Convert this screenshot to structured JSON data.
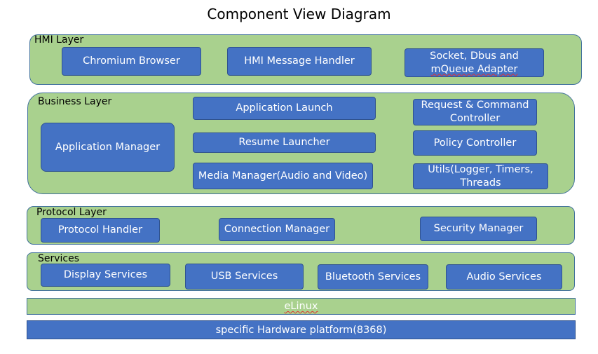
{
  "title": "Component View Diagram",
  "layers": {
    "hmi": {
      "label": "HMI Layer",
      "components": [
        "Chromium Browser",
        "HMI Message Handler",
        "Socket, Dbus and",
        "mQueue Adapter"
      ]
    },
    "business": {
      "label": "Business Layer",
      "components": {
        "app_manager": "Application Manager",
        "app_launch": "Application Launch",
        "resume_launcher": "Resume Launcher",
        "media_manager": "Media Manager(Audio and Video)",
        "request_line1": "Request & Command",
        "request_line2": "Controller",
        "policy": "Policy Controller",
        "utils_line1": "Utils(Logger, Timers,",
        "utils_line2": "Threads"
      }
    },
    "protocol": {
      "label": "Protocol Layer",
      "components": [
        "Protocol Handler",
        "Connection Manager",
        "Security Manager"
      ]
    },
    "services": {
      "label": "Services",
      "components": [
        "Display Services",
        "USB Services",
        "Bluetooth Services",
        "Audio Services"
      ]
    }
  },
  "elinux": "eLinux",
  "hardware": "specific Hardware platform(8368)",
  "colors": {
    "layer_fill": "#a9d18e",
    "component_fill": "#4472c4",
    "border": "#41719c"
  }
}
